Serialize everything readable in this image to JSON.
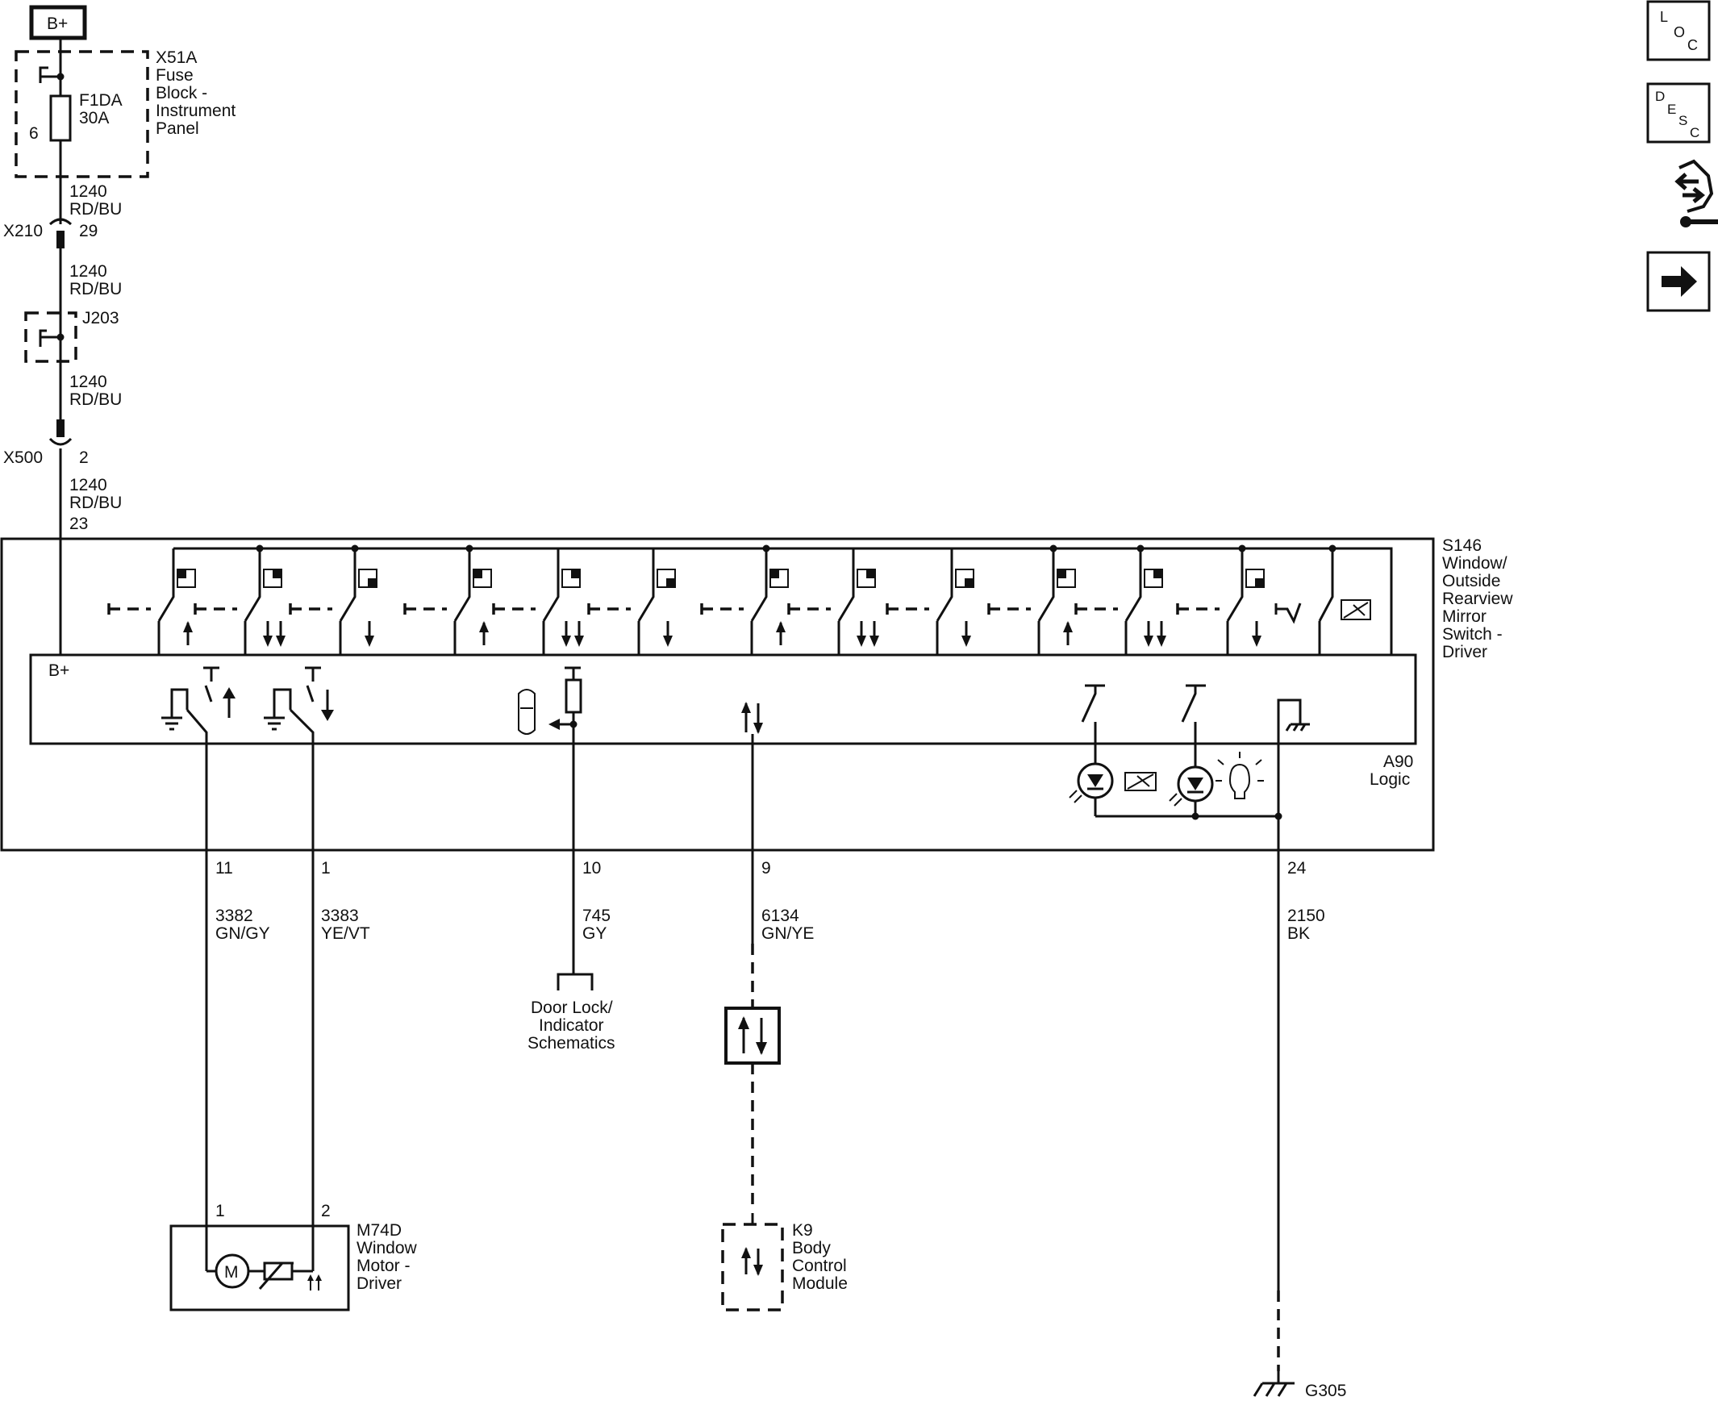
{
  "power": {
    "label": "B+"
  },
  "fuse_block": {
    "name": [
      "X51A",
      "Fuse",
      "Block -",
      "Instrument",
      "Panel"
    ],
    "fuse": [
      "F1DA",
      "30A"
    ],
    "pin": "6"
  },
  "wires": {
    "w1": [
      "1240",
      "RD/BU"
    ],
    "w2": [
      "1240",
      "RD/BU"
    ],
    "w3": [
      "1240",
      "RD/BU"
    ],
    "w4": [
      "1240",
      "RD/BU"
    ],
    "w3382": [
      "3382",
      "GN/GY"
    ],
    "w3383": [
      "3383",
      "YE/VT"
    ],
    "w745": [
      "745",
      "GY"
    ],
    "w6134": [
      "6134",
      "GN/YE"
    ],
    "w2150": [
      "2150",
      "BK"
    ]
  },
  "connectors": {
    "x210": {
      "name": "X210",
      "pin": "29"
    },
    "j203": {
      "name": "J203"
    },
    "x500": {
      "name": "X500",
      "pin": "2"
    }
  },
  "switch_module": {
    "name": [
      "S146",
      "Window/",
      "Outside",
      "Rearview",
      "Mirror",
      "Switch -",
      "Driver"
    ],
    "bplus_pin": "23",
    "logic_name": [
      "A90",
      "Logic"
    ],
    "logic_bplus": "B+",
    "pins": {
      "p11": "11",
      "p1": "1",
      "p10": "10",
      "p9": "9",
      "p24": "24"
    }
  },
  "door_lock": {
    "label": [
      "Door Lock/",
      "Indicator",
      "Schematics"
    ]
  },
  "window_motor": {
    "name": [
      "M74D",
      "Window",
      "Motor -",
      "Driver"
    ],
    "pin1": "1",
    "pin2": "2",
    "motor_symbol": "M"
  },
  "bcm": {
    "name": [
      "K9",
      "Body",
      "Control",
      "Module"
    ]
  },
  "ground": {
    "name": "G305"
  },
  "nav": {
    "loc": [
      "L",
      "O",
      "C"
    ],
    "desc": [
      "D",
      "E",
      "S",
      "C"
    ],
    "icons": [
      "connector-service-icon",
      "next-page-arrow-icon"
    ]
  }
}
